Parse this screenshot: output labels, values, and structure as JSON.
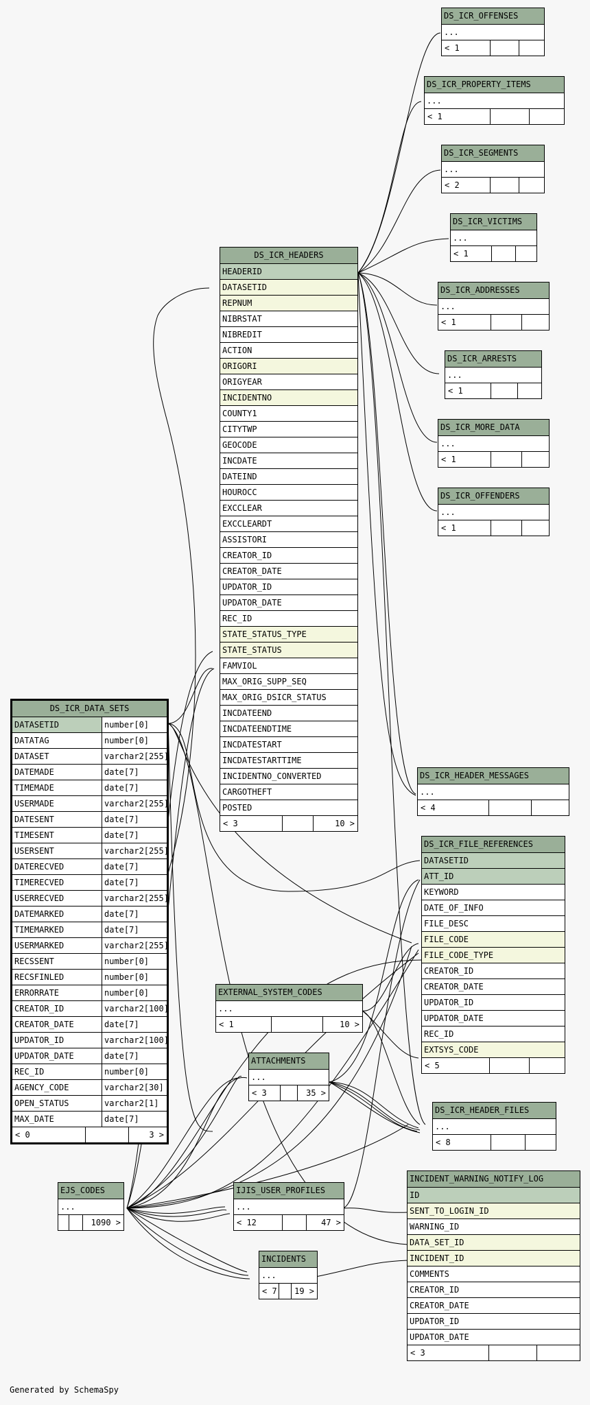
{
  "footer": "Generated by SchemaSpy",
  "tables": [
    {
      "id": "t_offenses",
      "name": "DS_ICR_OFFENSES",
      "rows": [
        {
          "t": "..."
        }
      ],
      "foot": {
        "left": "< 1",
        "right": ""
      }
    },
    {
      "id": "t_property",
      "name": "DS_ICR_PROPERTY_ITEMS",
      "rows": [
        {
          "t": "..."
        }
      ],
      "foot": {
        "left": "< 1",
        "right": ""
      }
    },
    {
      "id": "t_segments",
      "name": "DS_ICR_SEGMENTS",
      "rows": [
        {
          "t": "..."
        }
      ],
      "foot": {
        "left": "< 2",
        "right": ""
      }
    },
    {
      "id": "t_victims",
      "name": "DS_ICR_VICTIMS",
      "rows": [
        {
          "t": "..."
        }
      ],
      "foot": {
        "left": "< 1",
        "right": ""
      }
    },
    {
      "id": "t_addresses",
      "name": "DS_ICR_ADDRESSES",
      "rows": [
        {
          "t": "..."
        }
      ],
      "foot": {
        "left": "< 1",
        "right": ""
      }
    },
    {
      "id": "t_arrests",
      "name": "DS_ICR_ARRESTS",
      "rows": [
        {
          "t": "..."
        }
      ],
      "foot": {
        "left": "< 1",
        "right": ""
      }
    },
    {
      "id": "t_moredata",
      "name": "DS_ICR_MORE_DATA",
      "rows": [
        {
          "t": "..."
        }
      ],
      "foot": {
        "left": "< 1",
        "right": ""
      }
    },
    {
      "id": "t_offenders",
      "name": "DS_ICR_OFFENDERS",
      "rows": [
        {
          "t": "..."
        }
      ],
      "foot": {
        "left": "< 1",
        "right": ""
      }
    },
    {
      "id": "t_headers",
      "name": "DS_ICR_HEADERS",
      "rows": [
        {
          "t": "HEADERID",
          "k": "pk"
        },
        {
          "t": "DATASETID",
          "k": "fk"
        },
        {
          "t": "REPNUM",
          "k": "fk"
        },
        {
          "t": "NIBRSTAT"
        },
        {
          "t": "NIBREDIT"
        },
        {
          "t": "ACTION"
        },
        {
          "t": "ORIGORI",
          "k": "fk"
        },
        {
          "t": "ORIGYEAR"
        },
        {
          "t": "INCIDENTNO",
          "k": "fk"
        },
        {
          "t": "COUNTY1"
        },
        {
          "t": "CITYTWP"
        },
        {
          "t": "GEOCODE"
        },
        {
          "t": "INCDATE"
        },
        {
          "t": "DATEIND"
        },
        {
          "t": "HOUROCC"
        },
        {
          "t": "EXCCLEAR"
        },
        {
          "t": "EXCCLEARDT"
        },
        {
          "t": "ASSISTORI"
        },
        {
          "t": "CREATOR_ID"
        },
        {
          "t": "CREATOR_DATE"
        },
        {
          "t": "UPDATOR_ID"
        },
        {
          "t": "UPDATOR_DATE"
        },
        {
          "t": "REC_ID"
        },
        {
          "t": "STATE_STATUS_TYPE",
          "k": "fk"
        },
        {
          "t": "STATE_STATUS",
          "k": "fk"
        },
        {
          "t": "FAMVIOL"
        },
        {
          "t": "MAX_ORIG_SUPP_SEQ"
        },
        {
          "t": "MAX_ORIG_DSICR_STATUS"
        },
        {
          "t": "INCDATEEND"
        },
        {
          "t": "INCDATEENDTIME"
        },
        {
          "t": "INCDATESTART"
        },
        {
          "t": "INCDATESTARTTIME"
        },
        {
          "t": "INCIDENTNO_CONVERTED"
        },
        {
          "t": "CARGOTHEFT"
        },
        {
          "t": "POSTED"
        }
      ],
      "foot": {
        "left": "< 3",
        "right": "10 >"
      }
    },
    {
      "id": "t_datasets",
      "name": "DS_ICR_DATA_SETS",
      "rows": [
        {
          "t": "DATASETID",
          "type": "number[0]",
          "k": "pk"
        },
        {
          "t": "DATATAG",
          "type": "number[0]"
        },
        {
          "t": "DATASET",
          "type": "varchar2[255]"
        },
        {
          "t": "DATEMADE",
          "type": "date[7]"
        },
        {
          "t": "TIMEMADE",
          "type": "date[7]"
        },
        {
          "t": "USERMADE",
          "type": "varchar2[255]"
        },
        {
          "t": "DATESENT",
          "type": "date[7]"
        },
        {
          "t": "TIMESENT",
          "type": "date[7]"
        },
        {
          "t": "USERSENT",
          "type": "varchar2[255]"
        },
        {
          "t": "DATERECVED",
          "type": "date[7]"
        },
        {
          "t": "TIMERECVED",
          "type": "date[7]"
        },
        {
          "t": "USERRECVED",
          "type": "varchar2[255]"
        },
        {
          "t": "DATEMARKED",
          "type": "date[7]"
        },
        {
          "t": "TIMEMARKED",
          "type": "date[7]"
        },
        {
          "t": "USERMARKED",
          "type": "varchar2[255]"
        },
        {
          "t": "RECSSENT",
          "type": "number[0]"
        },
        {
          "t": "RECSFINLED",
          "type": "number[0]"
        },
        {
          "t": "ERRORRATE",
          "type": "number[0]"
        },
        {
          "t": "CREATOR_ID",
          "type": "varchar2[100]"
        },
        {
          "t": "CREATOR_DATE",
          "type": "date[7]"
        },
        {
          "t": "UPDATOR_ID",
          "type": "varchar2[100]"
        },
        {
          "t": "UPDATOR_DATE",
          "type": "date[7]"
        },
        {
          "t": "REC_ID",
          "type": "number[0]"
        },
        {
          "t": "AGENCY_CODE",
          "type": "varchar2[30]"
        },
        {
          "t": "OPEN_STATUS",
          "type": "varchar2[1]"
        },
        {
          "t": "MAX_DATE",
          "type": "date[7]"
        }
      ],
      "foot": {
        "left": "< 0",
        "right": "3 >"
      }
    },
    {
      "id": "t_hmsgs",
      "name": "DS_ICR_HEADER_MESSAGES",
      "rows": [
        {
          "t": "..."
        }
      ],
      "foot": {
        "left": "< 4",
        "right": ""
      }
    },
    {
      "id": "t_fileref",
      "name": "DS_ICR_FILE_REFERENCES",
      "rows": [
        {
          "t": "DATASETID",
          "k": "pk"
        },
        {
          "t": "ATT_ID",
          "k": "pk"
        },
        {
          "t": "KEYWORD"
        },
        {
          "t": "DATE_OF_INFO"
        },
        {
          "t": "FILE_DESC"
        },
        {
          "t": "FILE_CODE",
          "k": "fk"
        },
        {
          "t": "FILE_CODE_TYPE",
          "k": "fk"
        },
        {
          "t": "CREATOR_ID"
        },
        {
          "t": "CREATOR_DATE"
        },
        {
          "t": "UPDATOR_ID"
        },
        {
          "t": "UPDATOR_DATE"
        },
        {
          "t": "REC_ID"
        },
        {
          "t": "EXTSYS_CODE",
          "k": "fk"
        }
      ],
      "foot": {
        "left": "< 5",
        "right": ""
      }
    },
    {
      "id": "t_extsys",
      "name": "EXTERNAL_SYSTEM_CODES",
      "rows": [
        {
          "t": "..."
        }
      ],
      "foot": {
        "left": "< 1",
        "right": "10 >"
      }
    },
    {
      "id": "t_attach",
      "name": "ATTACHMENTS",
      "rows": [
        {
          "t": "..."
        }
      ],
      "foot": {
        "left": "< 3",
        "right": "35 >"
      }
    },
    {
      "id": "t_hfiles",
      "name": "DS_ICR_HEADER_FILES",
      "rows": [
        {
          "t": "..."
        }
      ],
      "foot": {
        "left": "< 8",
        "right": ""
      }
    },
    {
      "id": "t_ejs",
      "name": "EJS_CODES",
      "rows": [
        {
          "t": "..."
        }
      ],
      "foot": {
        "left": "",
        "right": "1090 >"
      }
    },
    {
      "id": "t_ijis",
      "name": "IJIS_USER_PROFILES",
      "rows": [
        {
          "t": "..."
        }
      ],
      "foot": {
        "left": "< 12",
        "right": "47 >"
      }
    },
    {
      "id": "t_incidents",
      "name": "INCIDENTS",
      "rows": [
        {
          "t": "..."
        }
      ],
      "foot": {
        "left": "< 7",
        "right": "19 >"
      }
    },
    {
      "id": "t_warnlog",
      "name": "INCIDENT_WARNING_NOTIFY_LOG",
      "rows": [
        {
          "t": "ID",
          "k": "pk"
        },
        {
          "t": "SENT_TO_LOGIN_ID",
          "k": "fk"
        },
        {
          "t": "WARNING_ID"
        },
        {
          "t": "DATA_SET_ID",
          "k": "fk"
        },
        {
          "t": "INCIDENT_ID",
          "k": "fk"
        },
        {
          "t": "COMMENTS"
        },
        {
          "t": "CREATOR_ID"
        },
        {
          "t": "CREATOR_DATE"
        },
        {
          "t": "UPDATOR_ID"
        },
        {
          "t": "UPDATOR_DATE"
        }
      ],
      "foot": {
        "left": "< 3",
        "right": ""
      }
    }
  ]
}
